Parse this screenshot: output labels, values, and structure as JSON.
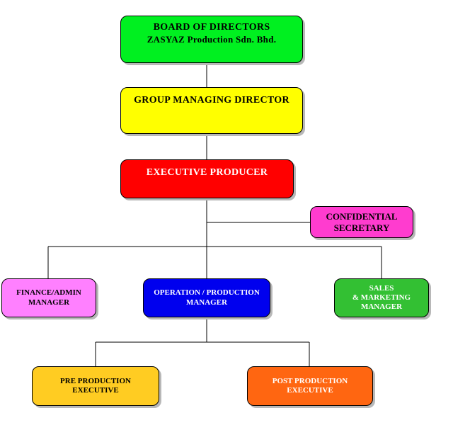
{
  "org_chart": {
    "board": {
      "line1": "BOARD OF DIRECTORS",
      "line2": "ZASYAZ Production Sdn. Bhd.",
      "color": "#00f020"
    },
    "group_md": {
      "label": "GROUP MANAGING DIRECTOR",
      "color": "#ffff00"
    },
    "executive_producer": {
      "label": "EXECUTIVE PRODUCER",
      "color": "#ff0000"
    },
    "confidential_secretary": {
      "line1": "CONFIDENTIAL",
      "line2": "SECRETARY",
      "color": "#ff3ccf"
    },
    "finance_admin": {
      "line1": "FINANCE/ADMIN",
      "line2": "MANAGER",
      "color": "#ff80ff"
    },
    "operation_production": {
      "line1": "OPERATION / PRODUCTION",
      "line2": "MANAGER",
      "color": "#0000ee"
    },
    "sales_marketing": {
      "line1": "SALES",
      "line2": "& MARKETING",
      "line3": "MANAGER",
      "color": "#33c033"
    },
    "pre_production": {
      "line1": "PRE PRODUCTION",
      "line2": "EXECUTIVE",
      "color": "#ffcc22"
    },
    "post_production": {
      "line1": "POST PRODUCTION",
      "line2": "EXECUTIVE",
      "color": "#ff6611"
    }
  }
}
